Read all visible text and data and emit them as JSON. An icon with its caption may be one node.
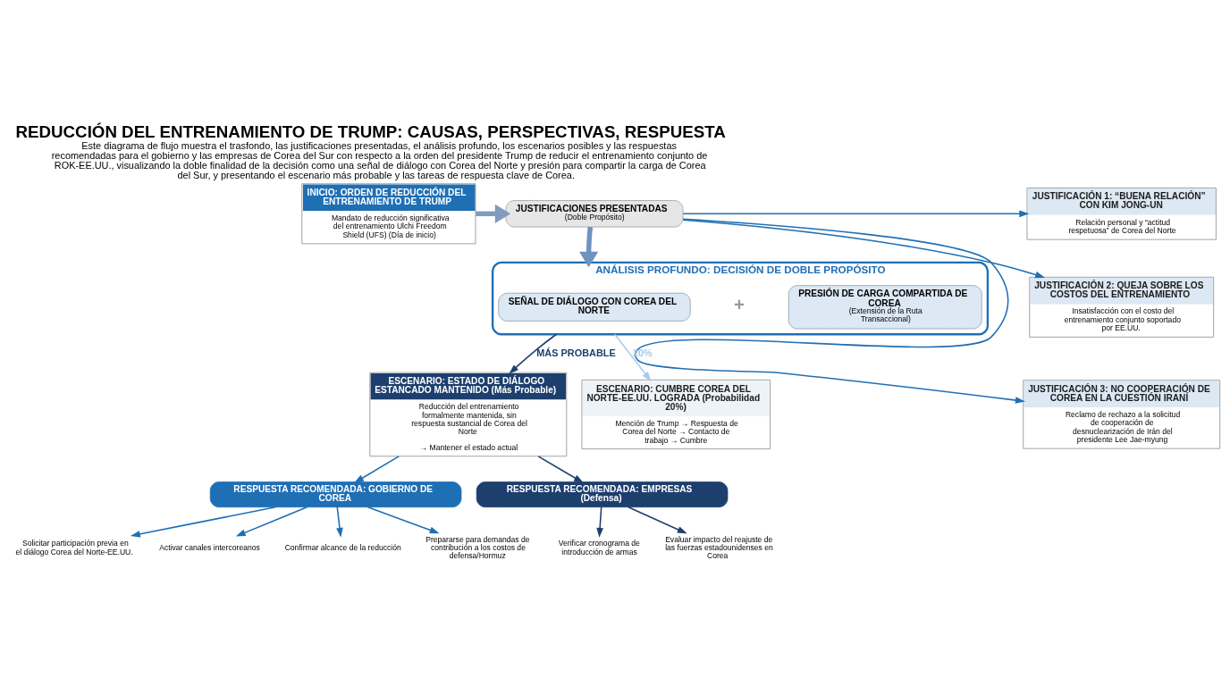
{
  "diagram": {
    "title": "REDUCCIÓN DEL ENTRENAMIENTO DE TRUMP: CAUSAS, PERSPECTIVAS, RESPUESTA",
    "caption": "Este diagrama de flujo muestra el trasfondo, las justificaciones presentadas, el análisis profundo, los escenarios posibles y las respuestas recomendadas para el gobierno y las empresas de Corea del Sur con respecto a la orden del presidente Trump de reducir el entrenamiento conjunto de ROK-EE.UU., visualizando la doble finalidad de la decisión como una señal de diálogo con Corea del Norte y presión para compartir la carga de Corea del Sur, y presentando el escenario más probable y las tareas de respuesta clave de Corea.",
    "nodes": [
      {
        "text": [
          "INICIO: ORDEN DE REDUCCIÓN DEL ENTRENAMIENTO DE TRUMP",
          "Mandato de reducción significativa del entrenamiento Ulchi Freedom Shield (UFS) (Día de inicio)"
        ]
      },
      {
        "text": [
          "JUSTIFICACIONES PRESENTADAS",
          "(Doble Propósito)"
        ]
      },
      {
        "text": [
          "JUSTIFICACIÓN 1: “BUENA RELACIÓN” CON KIM JONG-UN",
          "Relación personal y “actitud respetuosa” de Corea del Norte"
        ]
      },
      {
        "text": [
          "JUSTIFICACIÓN 2: QUEJA SOBRE LOS COSTOS DEL ENTRENAMIENTO",
          "Insatisfacción con el costo del entrenamiento conjunto soportado por EE.UU."
        ]
      },
      {
        "text": [
          "JUSTIFICACIÓN 3: NO COOPERACIÓN DE COREA EN LA CUESTIÓN IRANÍ",
          "Reclamo de rechazo a la solicitud de cooperación de desnuclearización de Irán del presidente Lee Jae-myung"
        ]
      },
      {
        "text": [
          "ANÁLISIS PROFUNDO: DECISIÓN DE DOBLE PROPÓSITO"
        ]
      },
      {
        "text": [
          "SEÑAL DE DIÁLOGO CON COREA DEL NORTE"
        ],
        "in": 5
      },
      {
        "text": [
          "PRESIÓN DE CARGA COMPARTIDA DE COREA",
          "(Extensión de la Ruta Transaccional)"
        ],
        "in": 5
      },
      {
        "text": [
          "ESCENARIO: CUMBRE COREA DEL NORTE-EE.UU. LOGRADA (Probabilidad 20%)",
          "Mención de Trump → Respuesta de Corea del Norte → Contacto de trabajo → Cumbre"
        ]
      },
      {
        "text": [
          "ESCENARIO: ESTADO DE DIÁLOGO ESTANCADO MANTENIDO (Más Probable)",
          "Reducción del entrenamiento formalmente mantenida, sin respuesta sustancial de Corea del Norte",
          "→ Mantener el estado actual"
        ]
      },
      {
        "text": [
          "RESPUESTA RECOMENDADA: GOBIERNO DE COREA"
        ]
      },
      {
        "text": [
          "RESPUESTA RECOMENDADA: EMPRESAS (Defensa)"
        ]
      },
      {
        "text": [
          "Confirmar alcance de la reducción"
        ]
      },
      {
        "text": [
          "Prepararse para demandas de contribución a los costos de defensa/Hormuz"
        ]
      },
      {
        "text": [
          "Solicitar participación previa en el diálogo Corea del Norte-EE.UU."
        ]
      },
      {
        "text": [
          "Activar canales intercoreanos"
        ]
      },
      {
        "text": [
          "Verificar cronograma de introducción de armas"
        ]
      },
      {
        "text": [
          "Evaluar impacto del reajuste de las fuerzas estadounidenses en Corea"
        ]
      }
    ],
    "edges": [
      {
        "from": 0,
        "to": 1,
        "arrow": "to",
        "style": "thick",
        "color": "#7f9cbd"
      },
      {
        "from": 1,
        "to": 2,
        "arrow": "to"
      },
      {
        "from": 1,
        "to": 3,
        "arrow": "to"
      },
      {
        "from": 1,
        "to": 4,
        "arrow": "to"
      },
      {
        "from": 1,
        "to": 5,
        "arrow": "to",
        "style": "thick",
        "color": "#6f93bf"
      },
      {
        "from": 5,
        "to": 8,
        "arrow": "to",
        "label": "20%",
        "color": "#a9cbe8"
      },
      {
        "from": 5,
        "to": 9,
        "arrow": "to",
        "label": "MÁS PROBABLE",
        "color": "#1d3f6e"
      },
      {
        "from": 9,
        "to": 10,
        "arrow": "to"
      },
      {
        "from": 9,
        "to": 11,
        "arrow": "to",
        "color": "#1d3f6e"
      },
      {
        "from": 10,
        "to": 12,
        "arrow": "to"
      },
      {
        "from": 10,
        "to": 13,
        "arrow": "to"
      },
      {
        "from": 10,
        "to": 14,
        "arrow": "to"
      },
      {
        "from": 10,
        "to": 15,
        "arrow": "to"
      },
      {
        "from": 11,
        "to": 16,
        "arrow": "to",
        "color": "#1d3f6e"
      },
      {
        "from": 11,
        "to": 17,
        "arrow": "to",
        "color": "#1d3f6e"
      }
    ],
    "labels": [
      "+"
    ]
  }
}
